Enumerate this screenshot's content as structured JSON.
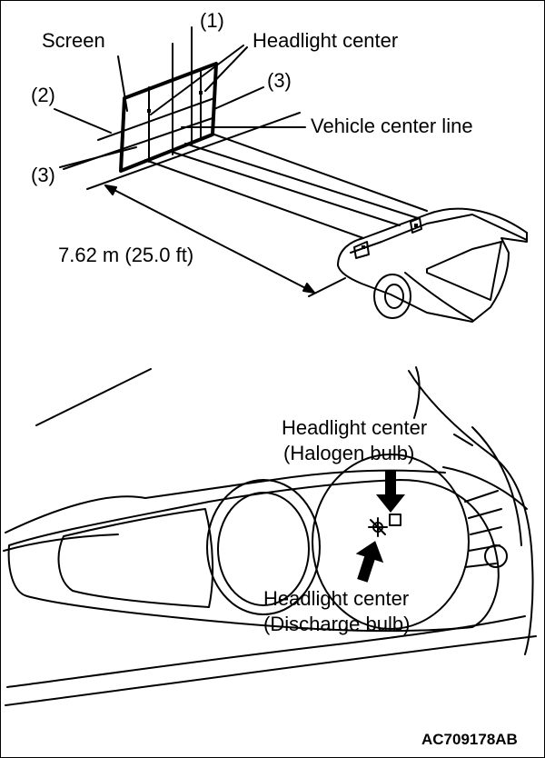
{
  "top_figure": {
    "labels": {
      "screen": "Screen",
      "callout_1": "(1)",
      "callout_2": "(2)",
      "callout_3_right": "(3)",
      "callout_3_left": "(3)",
      "headlight_center": "Headlight center",
      "vehicle_center_line": "Vehicle center line",
      "distance": "7.62 m (25.0 ft)"
    }
  },
  "bottom_figure": {
    "labels": {
      "halogen_line1": "Headlight center",
      "halogen_line2": "(Halogen bulb)",
      "discharge_line1": "Headlight center",
      "discharge_line2": "(Discharge bulb)"
    }
  },
  "figure_code": "AC709178AB"
}
